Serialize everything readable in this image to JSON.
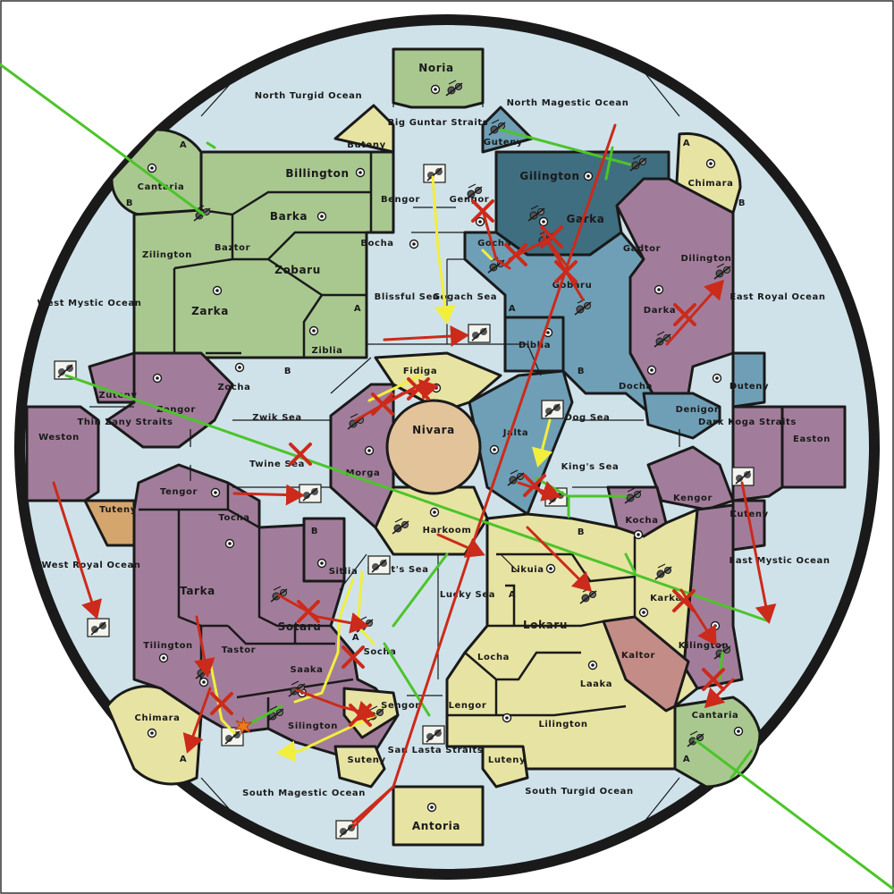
{
  "colors": {
    "sea": "#cfe2ea",
    "green": "#a9c890",
    "teal_dark": "#3f6e80",
    "teal": "#6f9fb6",
    "purple": "#a27d9b",
    "yellow": "#e7e3a3",
    "tan": "#e2c39a",
    "brown": "#d5a56e",
    "pink": "#c48c86",
    "order_red": "#cc2a1a",
    "order_yellow": "#f2ee3c",
    "order_green": "#4cc42a",
    "hole": "#f6f6f6"
  },
  "regions": {
    "noria": "Noria",
    "north_turgid_ocean": "North Turgid Ocean",
    "north_magestic_ocean": "North Magestic Ocean",
    "big_guntar_straits": "Big Guntar Straits",
    "buteny_n": "Buteny",
    "guteny": "Guteny",
    "cantaria_nw": "Cantaria",
    "chimara_ne": "Chimara",
    "billington": "Billington",
    "bengor": "Bengor",
    "gengor": "Gengor",
    "gilington": "Gilington",
    "barka": "Barka",
    "baztor": "Baztor",
    "bocha": "Bocha",
    "garka": "Garka",
    "zilington": "Zilington",
    "gocha": "Gocha",
    "gadtor": "Gadtor",
    "dilington": "Dilington",
    "west_mystic_ocean": "West Mystic Ocean",
    "zobaru": "Zobaru",
    "blissful_sea": "Blissful Sea",
    "gogach_sea": "Gogach Sea",
    "gobaru": "Gobaru",
    "east_royal_ocean": "East Royal Ocean",
    "zarka": "Zarka",
    "darka": "Darka",
    "diblia": "Diblia",
    "ziblia": "Ziblia",
    "fidiga": "Fidiga",
    "zocha": "Zocha",
    "docha": "Docha",
    "zuteny": "Zuteny",
    "duteny": "Duteny",
    "zengor": "Zengor",
    "denigor": "Denigor",
    "thin_zany_straits": "Thin Zany Straits",
    "zwik_sea": "Zwik Sea",
    "nivara": "Nivara",
    "jalta": "Jalta",
    "dog_sea": "Dog Sea",
    "dark_koga_straits": "Dark Koga Straits",
    "weston": "Weston",
    "easton": "Easton",
    "morga": "Morga",
    "twine_sea": "Twine Sea",
    "kings_sea": "King's Sea",
    "tengor": "Tengor",
    "kengor": "Kengor",
    "tuteny": "Tuteny",
    "kuteny": "Kuteny",
    "harkoom": "Harkoom",
    "tocha": "Tocha",
    "kocha": "Kocha",
    "west_royal_ocean": "West Royal Ocean",
    "east_mystic_ocean": "East Mystic Ocean",
    "sitlia": "Sitlia",
    "likuia": "Likuia",
    "tarka": "Tarka",
    "saints_sea": "Saint's Sea",
    "lucky_sea": "Lucky Sea",
    "karka": "Karka",
    "sotaru": "Sotaru",
    "lokaru": "Lokaru",
    "tilington": "Tilington",
    "tastor": "Tastor",
    "socha": "Socha",
    "locha": "Locha",
    "kaltor": "Kaltor",
    "kilington": "Kilington",
    "saaka": "Saaka",
    "laaka": "Laaka",
    "chimara_sw": "Chimara",
    "cantaria_se": "Cantaria",
    "sengor": "Sengor",
    "lengor": "Lengor",
    "silington": "Silington",
    "lilington": "Lilington",
    "san_lasta_straits": "San Lasta Straits",
    "suteny": "Suteny",
    "luteny": "Luteny",
    "south_magestic_ocean": "South Magestic Ocean",
    "south_turgid_ocean": "South Turgid Ocean",
    "antoria": "Antoria"
  },
  "marks": {
    "corner_a": "A",
    "corner_b": "B"
  },
  "icons": {
    "fleet": "fleet-icon",
    "army": "army-icon",
    "supply_center": "supply-center-icon",
    "dislodged": "explosion-icon"
  }
}
